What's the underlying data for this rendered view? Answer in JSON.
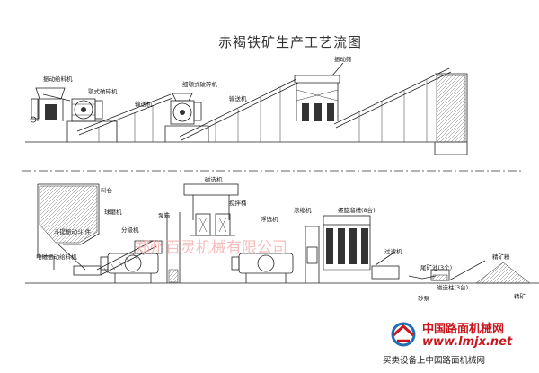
{
  "title": "赤褐铁矿生产工艺流图",
  "labels_top": {
    "vibrating_feeder": "振动给料机",
    "jaw_crusher": "颚式破碎机",
    "belt_conveyor_1": "输送机",
    "fine_jaw_crusher": "细颚式破碎机",
    "belt_conveyor_2": "输送机",
    "vibrating_screen": "振动筛"
  },
  "labels_bottom": {
    "silo": "料仓",
    "elevator": "斗提振动斗 件",
    "chain_feeder": "电磁振动给料机",
    "classifier": "分级机",
    "ball_mill": "球磨机",
    "pump_box": "泵箱",
    "magnetic_sep": "磁选机",
    "mixer": "搅拌桶",
    "flotation_machine": "浮选机",
    "thickener": "浓缩机",
    "flotation_cells": "螺旋溜槽(8台)",
    "filter": "过滤机",
    "tailings_1": "尾矿池(3个)",
    "tailings_2": "磁选柱(3台)",
    "product": "精矿粉",
    "pump": "砂泵",
    "concentrate": "精矿"
  },
  "watermark": "郑州百灵机械有限公司",
  "logo": {
    "name_cn": "中国路面机械网",
    "url": "www.lmjx.net",
    "tagline": "买卖设备上中国路面机械网"
  },
  "colors": {
    "line": "#222222",
    "watermark": "#f2a7a7",
    "brand_red": "#c8161d",
    "brand_blue": "#1f6fb5"
  }
}
